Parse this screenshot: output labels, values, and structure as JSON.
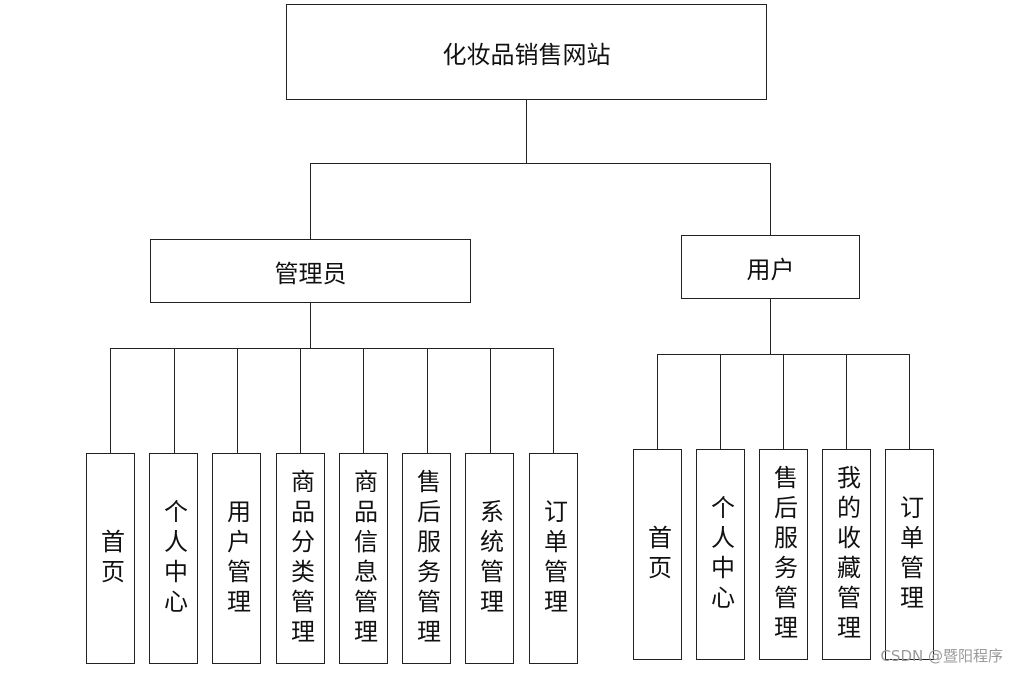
{
  "root": {
    "label": "化妆品销售网站"
  },
  "admin": {
    "label": "管理员",
    "children": [
      "首页",
      "个人中心",
      "用户管理",
      "商品分类管理",
      "商品信息管理",
      "售后服务管理",
      "系统管理",
      "订单管理"
    ]
  },
  "user": {
    "label": "用户",
    "children": [
      "首页",
      "个人中心",
      "售后服务管理",
      "我的收藏管理",
      "订单管理"
    ]
  },
  "watermark": "CSDN @暨阳程序"
}
